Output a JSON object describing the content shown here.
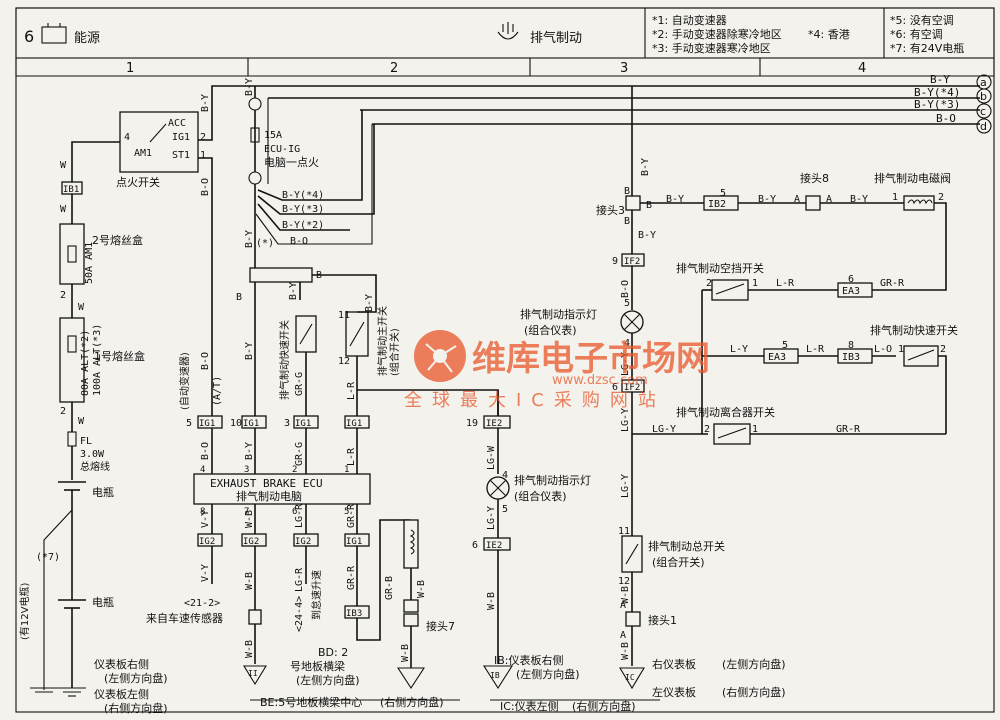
{
  "header": {
    "section_no": "6",
    "section_power": "能源",
    "section_brake": "排气制动",
    "notes": [
      "*1: 自动变速器",
      "*2: 手动变速器除寒冷地区",
      "*3: 手动变速器寒冷地区",
      "*4: 香港",
      "*5: 没有空调",
      "*6: 有空调",
      "*7: 有24V电瓶"
    ],
    "columns": [
      "1",
      "2",
      "3",
      "4"
    ]
  },
  "rails": {
    "a": {
      "letter": "a",
      "label": "B-Y"
    },
    "b": {
      "letter": "b",
      "label": "B-Y(*4)"
    },
    "c": {
      "letter": "c",
      "label": "B-Y(*3)"
    },
    "d": {
      "letter": "d",
      "label": "B-O"
    }
  },
  "components": {
    "ignition_switch": "点火开关",
    "acc": "ACC",
    "ig1": "IG1",
    "am1": "AM1",
    "st1": "ST1",
    "fuse_box_2": "2号熔丝盒",
    "fuse_50a": "50A AM1",
    "fuse_box_1": "1号熔丝盒",
    "fuse_80a": "80A ALT(*2)",
    "fuse_100a": "100A ALT(*3)",
    "fusible_fl": "FL",
    "fusible_w": "3.0W",
    "fusible_name": "总熔线",
    "battery": "电瓶",
    "battery2": "电瓶",
    "star7": "(*7)",
    "battery_12v": "(有12V电瓶)",
    "ecu_fuse_a": "15A",
    "ecu_fuse_b": "ECU-IG",
    "ecu_fuse_c": "电脑一点火",
    "ecu_en": "EXHAUST BRAKE ECU",
    "ecu_cn": "排气制动电脑",
    "at_label": "(自动变速器)",
    "at_short": "(A/T)",
    "speed_switch_label": "排气制动快速开关",
    "main_switch_label": "排气制动主开关",
    "main_switch_sub": "(组合开关)",
    "indicator1": "排气制动指示灯",
    "indicator1_sub": "(组合仪表)",
    "indicator2": "排气制动指示灯",
    "indicator2_sub": "(组合仪表)",
    "connector3": "接头3",
    "connector8": "接头8",
    "solenoid": "排气制动电磁阀",
    "neutral_switch": "排气制动空挡开关",
    "fast_switch": "排气制动快速开关",
    "clutch_switch": "排气制动离合器开关",
    "master_switch": "排气制动总开关",
    "master_switch_sub": "(组合开关)",
    "connector7": "接头7",
    "connector1": "接头1",
    "speed_sensor": "来自车速传感器",
    "speed_ref": "<21-2>",
    "acc_ref": "<24-4>",
    "sudden_accel": "到怠速升速",
    "bd_label": "BD: 2",
    "floor_beam": "号地板横梁",
    "floor_beam_sub": "(左侧方向盘)",
    "ground_ii": "仪表板右侧",
    "ground_ii_sub": "(左侧方向盘)",
    "ground_ii2": "仪表板左侧",
    "ground_ii2_sub": "(右侧方向盘)",
    "ground_be": "BE:5号地板横梁中心",
    "ground_be_sub": "(右侧方向盘)",
    "ground_ib": "IB:仪表板右侧",
    "ground_ib_sub": "(左侧方向盘)",
    "ground_ic": "IC:仪表左侧",
    "ground_ic_sub": "(右侧方向盘)",
    "ground_ic_right": "右仪表板",
    "ground_ic_right_sub": "(左侧方向盘)",
    "ground_ic_left": "左仪表板",
    "ground_ic_left_sub": "(右侧方向盘)",
    "ground_ii_letter": "II",
    "ground_ib_letter": "IB",
    "ground_ic_letter": "IC"
  },
  "wires": {
    "w": "W",
    "by": "B-Y",
    "bo": "B-O",
    "b": "B",
    "gr_g": "GR-G",
    "l_r": "L-R",
    "by4": "B-Y(*4)",
    "by3": "B-Y(*3)",
    "by2": "B-Y(*2)",
    "star": "(*)",
    "v_y": "V-Y",
    "w_b": "W-B",
    "lg_r": "LG-R",
    "gr_r": "GR-R",
    "gr_b": "GR-B",
    "lg_w": "LG-W",
    "lg_y": "LG-Y",
    "l_y": "L-Y",
    "l_o": "L-O",
    "a": "A"
  },
  "connectors": {
    "ib1": "IB1",
    "ig1": "IG1",
    "ig2": "IG2",
    "ib3": "IB3",
    "ib2": "IB2",
    "ie2": "IE2",
    "ea3": "EA3",
    "if2": "IF2",
    "ea3b": "EA3",
    "ib3b": "IB3"
  },
  "watermark": {
    "cn": "维库电子市场网",
    "url": "www.dzsc.com",
    "tagline": "全球最大IC采购网站"
  }
}
